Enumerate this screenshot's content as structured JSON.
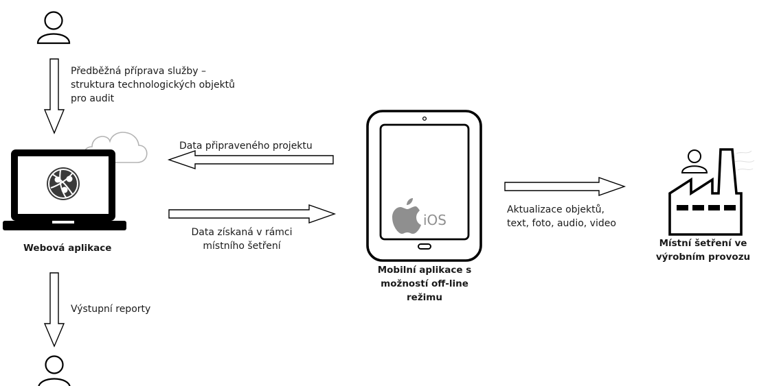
{
  "labels": {
    "prep_lines": [
      "Předběžná příprava služby –",
      "struktura technologických objektů",
      "pro audit"
    ],
    "data_prepared": "Data připraveného projektu",
    "data_obtained_lines": [
      "Data získaná v rámci",
      "místního šetření"
    ],
    "update_lines": [
      "Aktualizace objektů,",
      "text, foto, audio, video"
    ],
    "output_reports": "Výstupní reporty",
    "web_app": "Webová aplikace",
    "mobile_app_lines": [
      "Mobilní aplikace s",
      "možností off-line",
      "režimu"
    ],
    "site_survey_lines": [
      "Místní šetření ve",
      "výrobním provozu"
    ],
    "ios_badge": "iOS"
  },
  "icons": {
    "top_user": "user-icon",
    "bottom_user": "user-icon",
    "laptop": "laptop-icon",
    "cloud": "cloud-icon",
    "web_globe": "globe-network-icon",
    "tablet": "tablet-icon",
    "apple": "apple-logo-icon",
    "factory": "factory-icon",
    "factory_user": "user-icon"
  },
  "colors": {
    "stroke": "#000000",
    "cloud_stroke": "#b3b3b3",
    "ios_gray": "#8f8f8f",
    "text": "#1a1a1a"
  }
}
